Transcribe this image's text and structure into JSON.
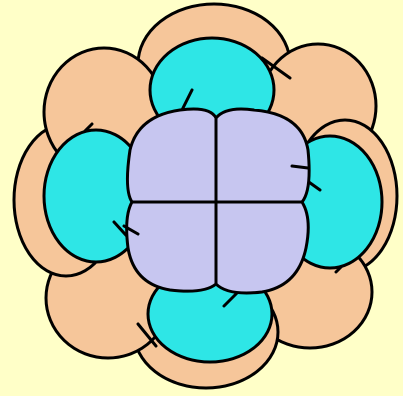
{
  "figure": {
    "subject": "cell-cluster-illustration",
    "colors": {
      "background": "#FFFFC8",
      "outer_cells": "#F6C69A",
      "middle_cells": "#2EE6E6",
      "inner_cells": "#C7C6F0",
      "outline": "#000000"
    },
    "layers": [
      {
        "name": "outer",
        "count": 8
      },
      {
        "name": "middle",
        "count": 4
      },
      {
        "name": "inner",
        "count": 4
      }
    ]
  }
}
